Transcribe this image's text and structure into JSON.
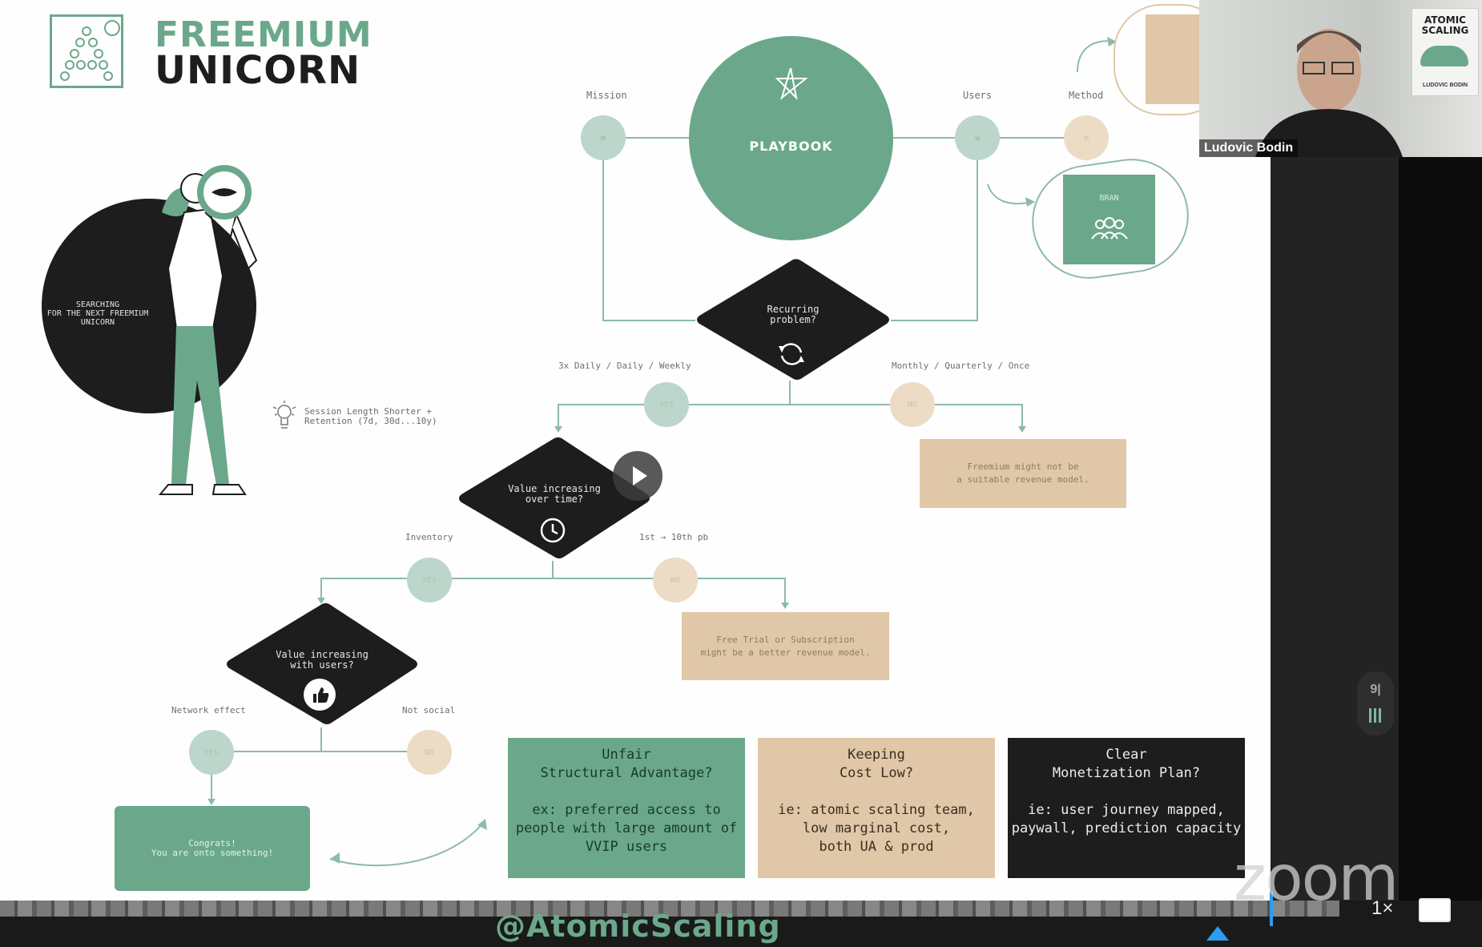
{
  "brand": {
    "line1": "FREEMIUM",
    "line2": "UNICORN"
  },
  "hero": {
    "label": "SEARCHING\nFOR THE NEXT FREEMIUM\nUNICORN",
    "tip": "Session Length Shorter +\nRetention (7d, 30d...10y)"
  },
  "top": {
    "mission": "Mission",
    "users": "Users",
    "method": "Method",
    "playbook": "PLAYBOOK",
    "brand_box": "BRAN"
  },
  "d1": {
    "text": "Recurring\nproblem?",
    "left": "3x Daily / Daily / Weekly",
    "right": "Monthly / Quarterly / Once"
  },
  "d2": {
    "text": "Value increasing\nover time?",
    "left": "Inventory",
    "right": "1st → 10th pb"
  },
  "d3": {
    "text": "Value increasing\nwith users?",
    "left": "Network effect",
    "right": "Not social"
  },
  "nodes": {
    "yes": "YES",
    "no": "NO"
  },
  "boxes": {
    "b1": "Freemium might not be\na suitable revenue model.",
    "b2": "Free Trial or Subscription\nmight be a better revenue model.",
    "congrats": "Congrats!\nYou are onto something!"
  },
  "cards": [
    {
      "text": "Unfair\nStructural Advantage?\n\nex: preferred access to\npeople with large amount of\nVVIP users"
    },
    {
      "text": "Keeping\nCost Low?\n\nie: atomic scaling team,\nlow marginal cost,\nboth UA & prod"
    },
    {
      "text": "Clear\nMonetization Plan?\n\nie: user journey mapped,\npaywall, prediction capacity"
    }
  ],
  "webcam": {
    "name": "Ludovic Bodin",
    "book_title": "ATOMIC\nSCALING",
    "book_author": "LUDOVIC BODIN"
  },
  "player": {
    "watermark": "zoom",
    "speed": "1×",
    "handle": "@AtomicScaling",
    "side": "9|"
  },
  "colors": {
    "green": "#6ba88b",
    "tan": "#e0c7a7",
    "black": "#1d1d1d",
    "line": "#8cbba6"
  }
}
